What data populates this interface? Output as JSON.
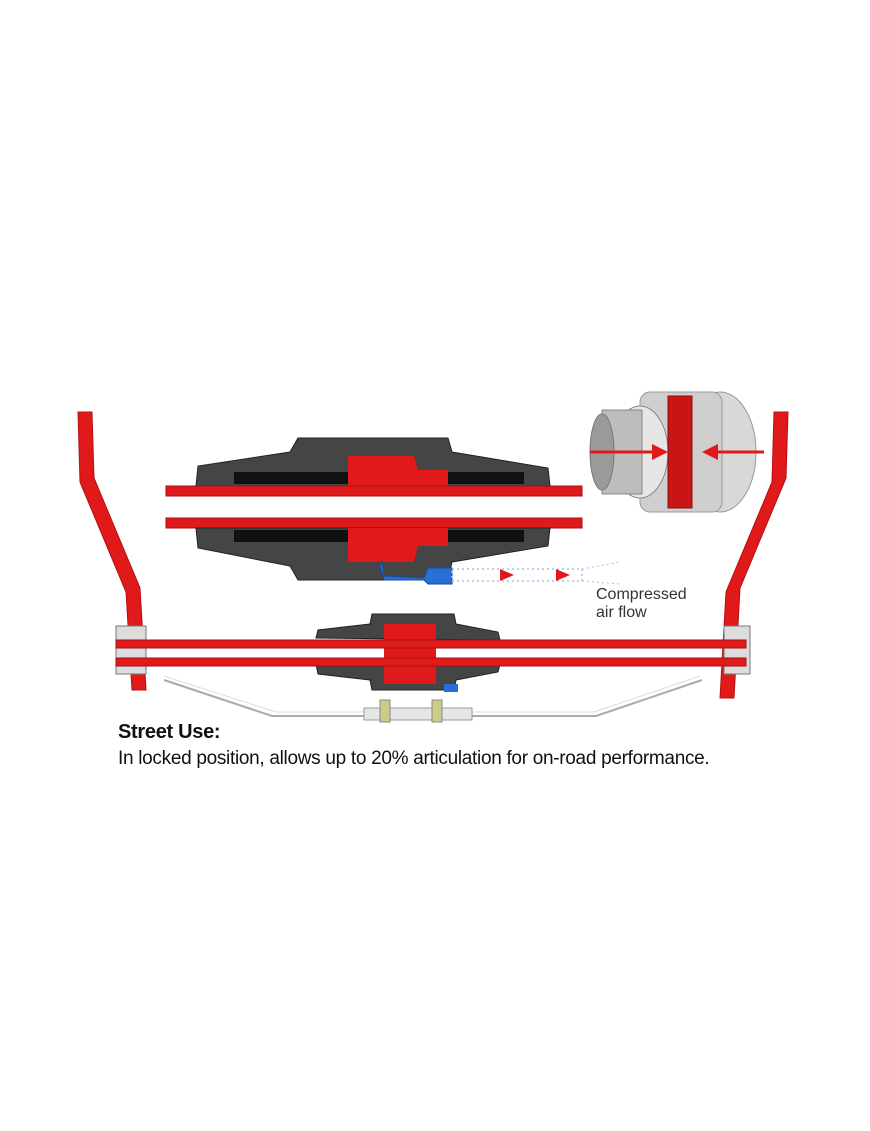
{
  "annotation": {
    "line1": "Compressed",
    "line2": "air flow"
  },
  "caption": {
    "title": "Street Use:",
    "body": "In locked position, allows up to 20% articulation for on-road performance."
  },
  "colors": {
    "bar_red": "#e01a1a",
    "housing_dark": "#3a3a3a",
    "housing_black": "#111111",
    "fitting_blue": "#2a6fd6",
    "air_dots": "#9ec4e8",
    "coupler_silver": "#c8c8c8"
  }
}
